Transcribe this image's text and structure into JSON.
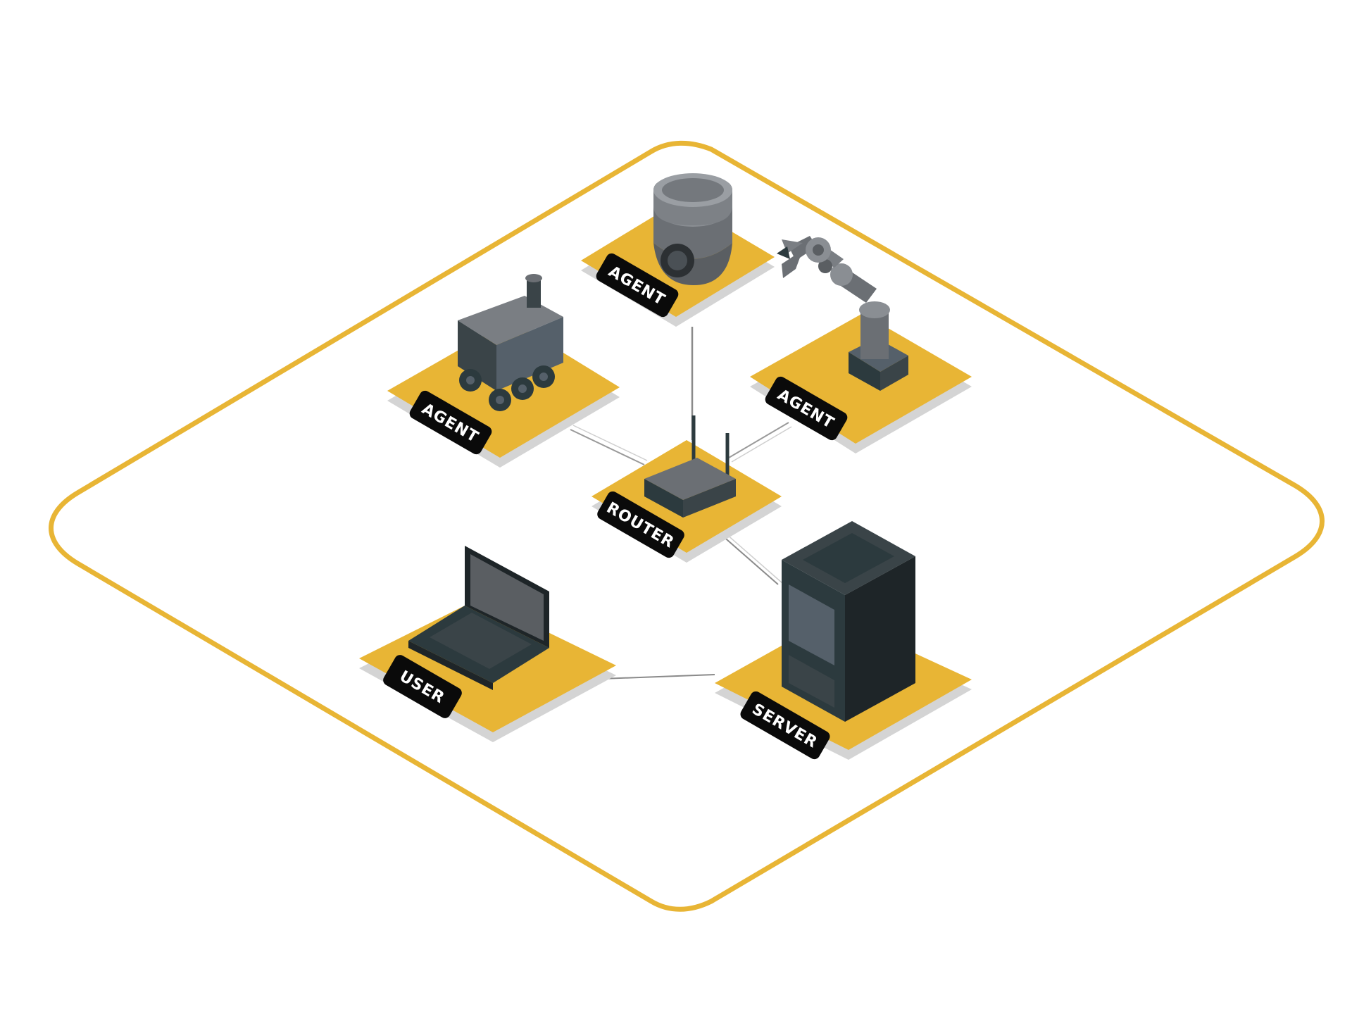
{
  "colors": {
    "accent": "#e8b535",
    "platform_shadow": "#d4d4d4",
    "tag_bg": "#0a0a0a",
    "tag_text": "#ffffff",
    "device_dark": "#2c3a3e",
    "device_gray": "#6b6f74",
    "link_line": "#8a8a8a"
  },
  "nodes": {
    "camera": {
      "label": "AGENT",
      "icon": "ptz-camera-icon"
    },
    "robot": {
      "label": "AGENT",
      "icon": "delivery-robot-icon"
    },
    "arm": {
      "label": "AGENT",
      "icon": "robot-arm-icon"
    },
    "router": {
      "label": "ROUTER",
      "icon": "wifi-router-icon"
    },
    "user": {
      "label": "USER",
      "icon": "laptop-icon"
    },
    "server": {
      "label": "SERVER",
      "icon": "server-rack-icon"
    }
  },
  "links": [
    [
      "router",
      "camera"
    ],
    [
      "router",
      "robot"
    ],
    [
      "router",
      "arm"
    ],
    [
      "router",
      "server"
    ],
    [
      "user",
      "server"
    ]
  ]
}
